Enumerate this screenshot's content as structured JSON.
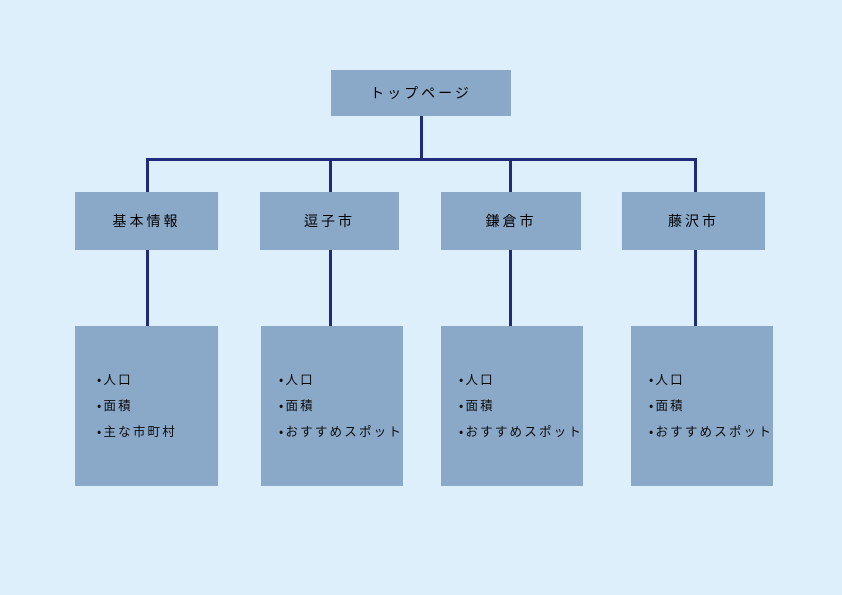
{
  "page": {
    "background_color": "#deeffc",
    "node_fill_color": "#8aa8c8",
    "connector_color": "#1f2a7a",
    "text_color": "#000000"
  },
  "diagram": {
    "type": "site-map-tree",
    "root": {
      "label": "トップページ"
    },
    "branches": [
      {
        "label": "基本情報",
        "items": [
          "・人口",
          "・面積",
          "・主な市町村"
        ]
      },
      {
        "label": "逗子市",
        "items": [
          "・人口",
          "・面積",
          "・おすすめスポット"
        ]
      },
      {
        "label": "鎌倉市",
        "items": [
          "・人口",
          "・面積",
          "・おすすめスポット"
        ]
      },
      {
        "label": "藤沢市",
        "items": [
          "・人口",
          "・面積",
          "・おすすめスポット"
        ]
      }
    ]
  }
}
